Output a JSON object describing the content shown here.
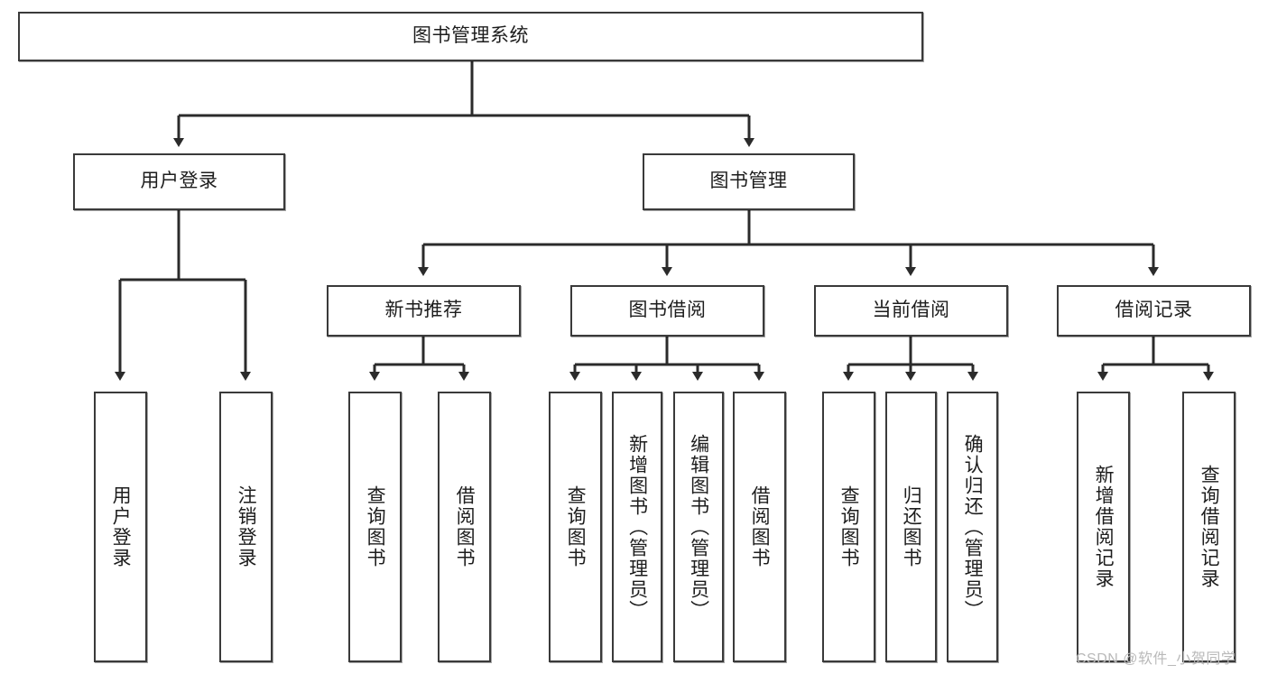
{
  "diagram": {
    "type": "tree-hierarchy-chart",
    "title": "图书管理系统",
    "stroke_color": "#3a3a3a",
    "background": "#ffffff",
    "text_color": "#1d1d1d"
  },
  "nodes": {
    "root": {
      "label": "图书管理系统"
    },
    "level2": [
      {
        "label": "用户登录"
      },
      {
        "label": "图书管理"
      }
    ],
    "level3": [
      {
        "label": "新书推荐"
      },
      {
        "label": "图书借阅"
      },
      {
        "label": "当前借阅"
      },
      {
        "label": "借阅记录"
      }
    ],
    "leaves": {
      "user_login": [
        {
          "label": "用户登录"
        },
        {
          "label": "注销登录"
        }
      ],
      "new_book_recommend": [
        {
          "label": "查询图书"
        },
        {
          "label": "借阅图书"
        }
      ],
      "book_borrow": [
        {
          "label": "查询图书"
        },
        {
          "label": "新增图书（管理员）"
        },
        {
          "label": "编辑图书（管理员）"
        },
        {
          "label": "借阅图书"
        }
      ],
      "current_borrow": [
        {
          "label": "查询图书"
        },
        {
          "label": "归还图书"
        },
        {
          "label": "确认归还（管理员）"
        }
      ],
      "borrow_record": [
        {
          "label": "新增借阅记录"
        },
        {
          "label": "查询借阅记录"
        }
      ]
    }
  },
  "watermark": {
    "text": "CSDN @软件_小贺同学"
  }
}
